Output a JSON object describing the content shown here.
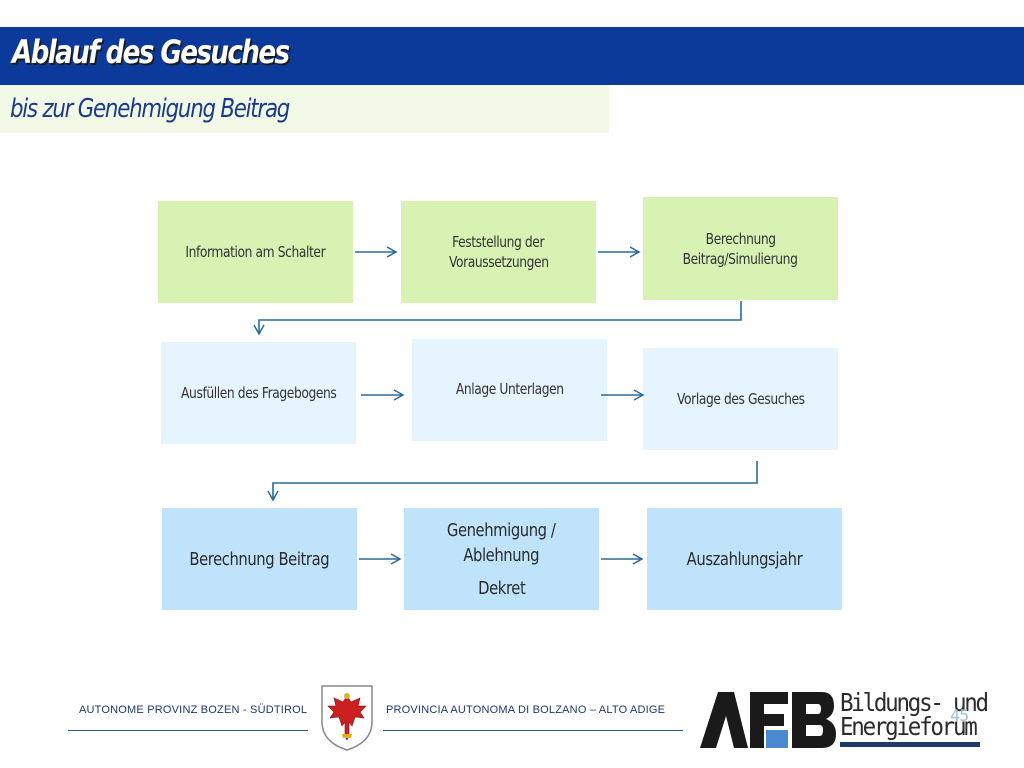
{
  "header": {
    "title": "Ablauf des Gesuches",
    "subtitle": "bis zur Genehmigung Beitrag"
  },
  "flow": {
    "row1": [
      {
        "lines": [
          "Information am Schalter"
        ]
      },
      {
        "lines": [
          "Feststellung der",
          "Voraussetzungen"
        ]
      },
      {
        "lines": [
          "Berechnung",
          "Beitrag/Simulierung"
        ]
      }
    ],
    "row2": [
      {
        "lines": [
          "Ausfüllen des Fragebogens"
        ]
      },
      {
        "lines": [
          "Anlage Unterlagen"
        ]
      },
      {
        "lines": [
          "Vorlage des Gesuches"
        ]
      }
    ],
    "row3": [
      {
        "lines": [
          "Berechnung Beitrag"
        ]
      },
      {
        "lines": [
          "Genehmigung /",
          "Ablehnung",
          "Dekret"
        ]
      },
      {
        "lines": [
          "Auszahlungsjahr"
        ]
      }
    ]
  },
  "colors": {
    "title_bar": "#0b3a9a",
    "subtitle_bar": "#f2f9e6",
    "row1_box": "#d8f2b4",
    "row2_box": "#e6f4fd",
    "row3_box": "#bfe3fa",
    "arrow": "#2a6a9a"
  },
  "footer": {
    "left_text": "AUTONOME PROVINZ BOZEN - SÜDTIROL",
    "right_text": "PROVINCIA AUTONOMA DI BOLZANO – ALTO ADIGE",
    "coat_of_arms": "eagle-coat-of-arms-icon",
    "logo_text_line1": "Bildungs- und",
    "logo_text_line2": "Energieforum",
    "logo_mark": "AFB",
    "page_number": "45"
  }
}
